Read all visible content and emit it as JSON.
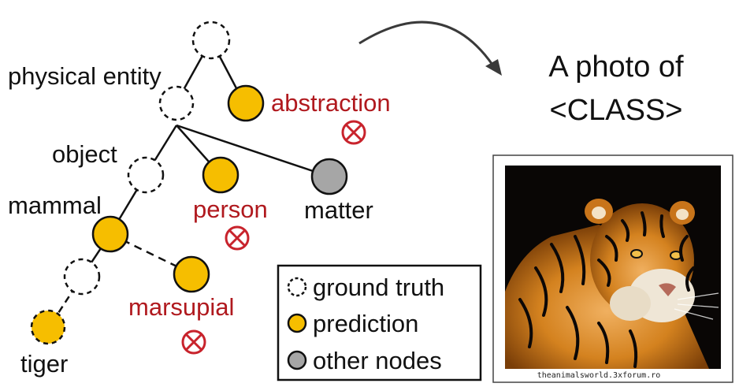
{
  "colors": {
    "prediction": "#f6be00",
    "other": "#a6a6a6",
    "wrong": "#c8232c",
    "wrong_label": "#b0191e",
    "edge": "#111111"
  },
  "tree": {
    "labels": {
      "physical_entity": "physical entity",
      "abstraction": "abstraction",
      "object": "object",
      "person": "person",
      "matter": "matter",
      "mammal": "mammal",
      "marsupial": "marsupial",
      "tiger": "tiger"
    },
    "nodes": [
      {
        "id": "root",
        "kind": "ground-truth"
      },
      {
        "id": "physical_entity",
        "kind": "ground-truth"
      },
      {
        "id": "abstraction",
        "kind": "prediction",
        "wrong": true
      },
      {
        "id": "object",
        "kind": "ground-truth"
      },
      {
        "id": "person",
        "kind": "prediction",
        "wrong": true
      },
      {
        "id": "matter",
        "kind": "other"
      },
      {
        "id": "mammal",
        "kind": "prediction"
      },
      {
        "id": "marsupial",
        "kind": "prediction",
        "wrong": true
      },
      {
        "id": "gt_tiger_parent",
        "kind": "ground-truth"
      },
      {
        "id": "tiger",
        "kind": "ground-truth-prediction"
      }
    ]
  },
  "prompt": {
    "line1": "A photo of",
    "line2": "<CLASS>"
  },
  "legend": {
    "ground_truth": "ground truth",
    "prediction": "prediction",
    "other_nodes": "other nodes"
  },
  "photo": {
    "caption": "theanimalsworld.3xforum.ro"
  }
}
